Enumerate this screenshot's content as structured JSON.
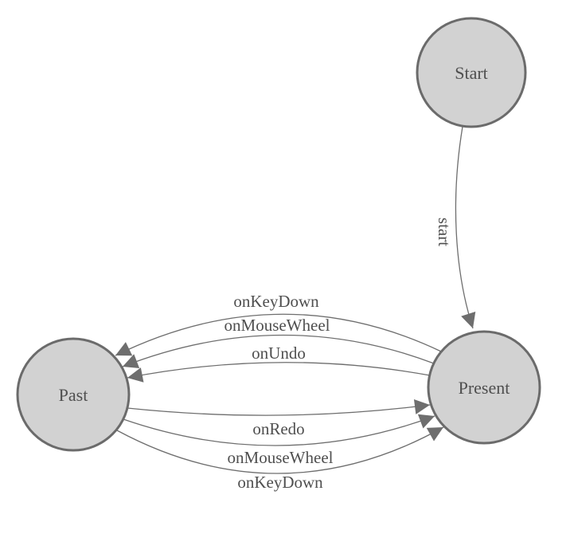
{
  "colors": {
    "background": "#ffffff",
    "node_fill": "#d2d2d2",
    "node_border": "#6b6b6b",
    "edge": "#6e6e6e",
    "label_text": "#4f4f4f"
  },
  "nodes": [
    {
      "id": "start",
      "label": "Start"
    },
    {
      "id": "present",
      "label": "Present"
    },
    {
      "id": "past",
      "label": "Past"
    }
  ],
  "edges": [
    {
      "from": "Start",
      "to": "Present",
      "label": "start"
    },
    {
      "from": "Present",
      "to": "Past",
      "label": "onKeyDown"
    },
    {
      "from": "Present",
      "to": "Past",
      "label": "onMouseWheel"
    },
    {
      "from": "Present",
      "to": "Past",
      "label": "onUndo"
    },
    {
      "from": "Past",
      "to": "Present",
      "label": "onRedo"
    },
    {
      "from": "Past",
      "to": "Present",
      "label": "onMouseWheel"
    },
    {
      "from": "Past",
      "to": "Present",
      "label": "onKeyDown"
    }
  ]
}
